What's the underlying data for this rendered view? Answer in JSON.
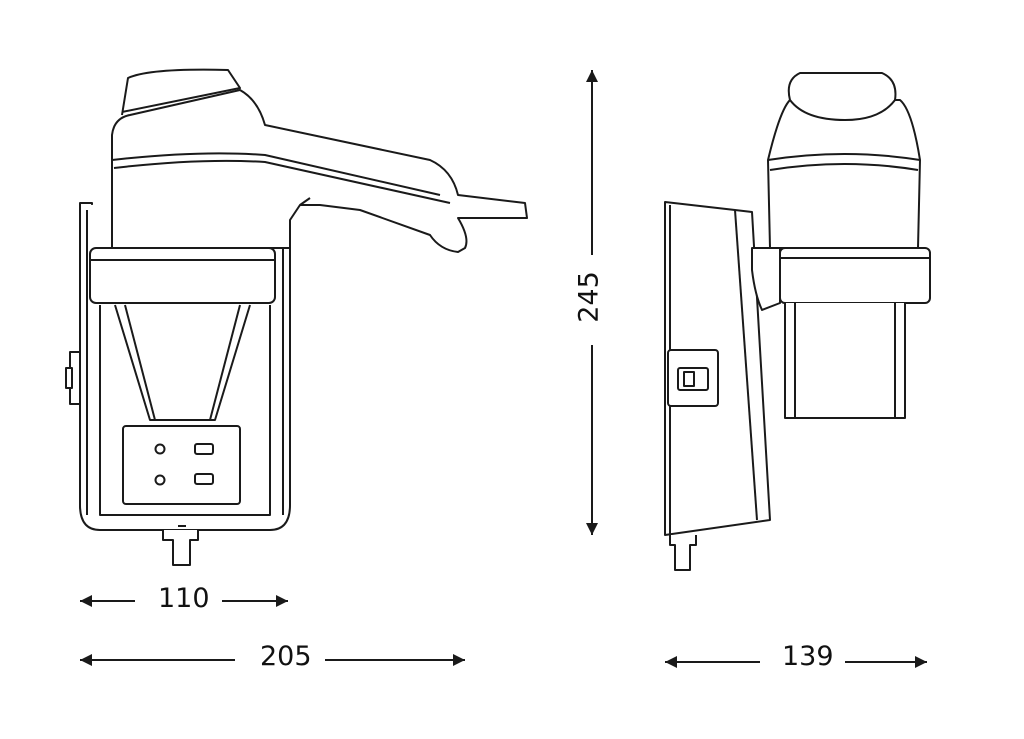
{
  "dimensions": {
    "width_outlet": "110",
    "width_front": "205",
    "depth_side": "139",
    "height": "245"
  },
  "colors": {
    "line": "#1a1a1a",
    "fill": "#ffffff"
  }
}
